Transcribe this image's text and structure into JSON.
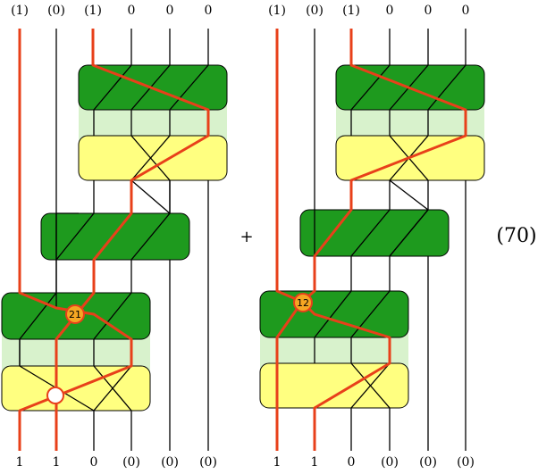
{
  "left_diagram": {
    "top_labels": [
      "(1)",
      "(0)",
      "(1)",
      "0",
      "0",
      "0"
    ],
    "bottom_labels": [
      "1",
      "1",
      "0",
      "(0)",
      "(0)",
      "(0)"
    ],
    "vertex_badge": "21"
  },
  "right_diagram": {
    "top_labels": [
      "(1)",
      "(0)",
      "(1)",
      "0",
      "0",
      "0"
    ],
    "bottom_labels": [
      "1",
      "1",
      "0",
      "(0)",
      "(0)",
      "(0)"
    ],
    "vertex_badge": "12"
  },
  "operator": "+",
  "equation_number": "(70)",
  "colors": {
    "green_block": "#1e9a1e",
    "light_green_band": "#d8f2cc",
    "yellow_block": "#ffff80",
    "red_path": "#e8401a",
    "badge_fill": "#f5a623"
  }
}
